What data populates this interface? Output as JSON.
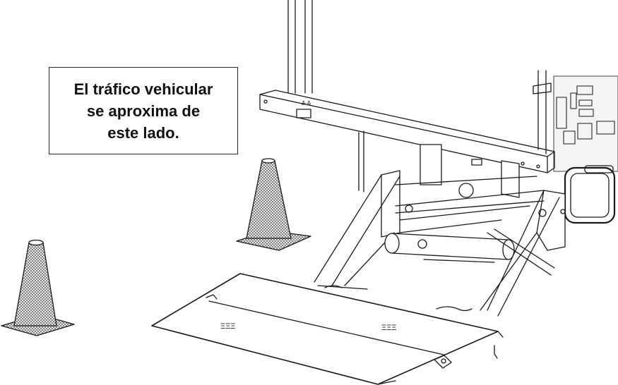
{
  "callout": {
    "lines": [
      "El tráfico vehicular",
      "se aproxima de",
      "este lado."
    ]
  }
}
